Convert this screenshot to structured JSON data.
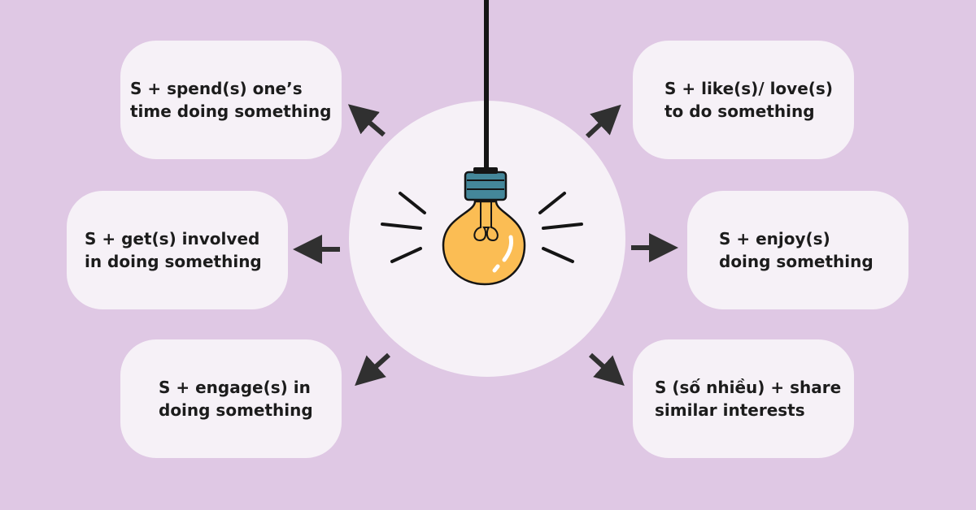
{
  "colors": {
    "background": "#dfc8e4",
    "card": "#f6f1f7",
    "text": "#1c1c1c",
    "arrow": "#303030",
    "bulb": "#fbbd54",
    "socket": "#44879a"
  },
  "icons": {
    "center": "light-bulb-icon"
  },
  "nodes": [
    {
      "id": "spend",
      "line1": "S + spend(s) one’s",
      "line2": "time doing something"
    },
    {
      "id": "like",
      "line1": "S + like(s)/ love(s)",
      "line2": "to do something"
    },
    {
      "id": "involved",
      "line1": "S + get(s) involved",
      "line2": "in doing something"
    },
    {
      "id": "enjoy",
      "line1": "S + enjoy(s)",
      "line2": "doing something"
    },
    {
      "id": "engage",
      "line1": "S + engage(s) in",
      "line2": "doing something"
    },
    {
      "id": "share",
      "line1": "S (số nhiều) + share",
      "line2": "similar interests"
    }
  ]
}
